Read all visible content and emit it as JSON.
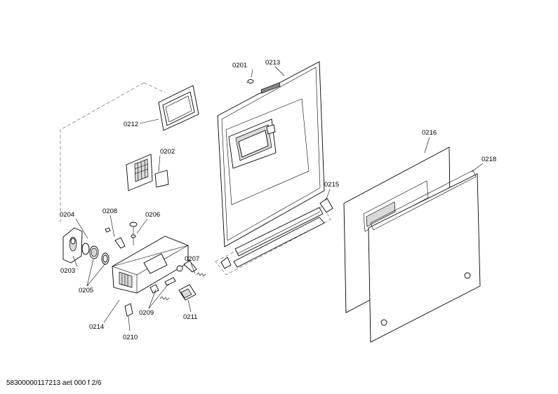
{
  "footer": "58300000117213 aet 000 f 2/6",
  "labels": {
    "p0201": "0201",
    "p0213": "0213",
    "p0212": "0212",
    "p0202": "0202",
    "p0216": "0216",
    "p0218": "0218",
    "p0215": "0215",
    "p0204": "0204",
    "p0208": "0208",
    "p0206": "0206",
    "p0203": "0203",
    "p0205": "0205",
    "p0207": "0207",
    "p0209": "0209",
    "p0211": "0211",
    "p0214": "0214",
    "p0210": "0210"
  }
}
